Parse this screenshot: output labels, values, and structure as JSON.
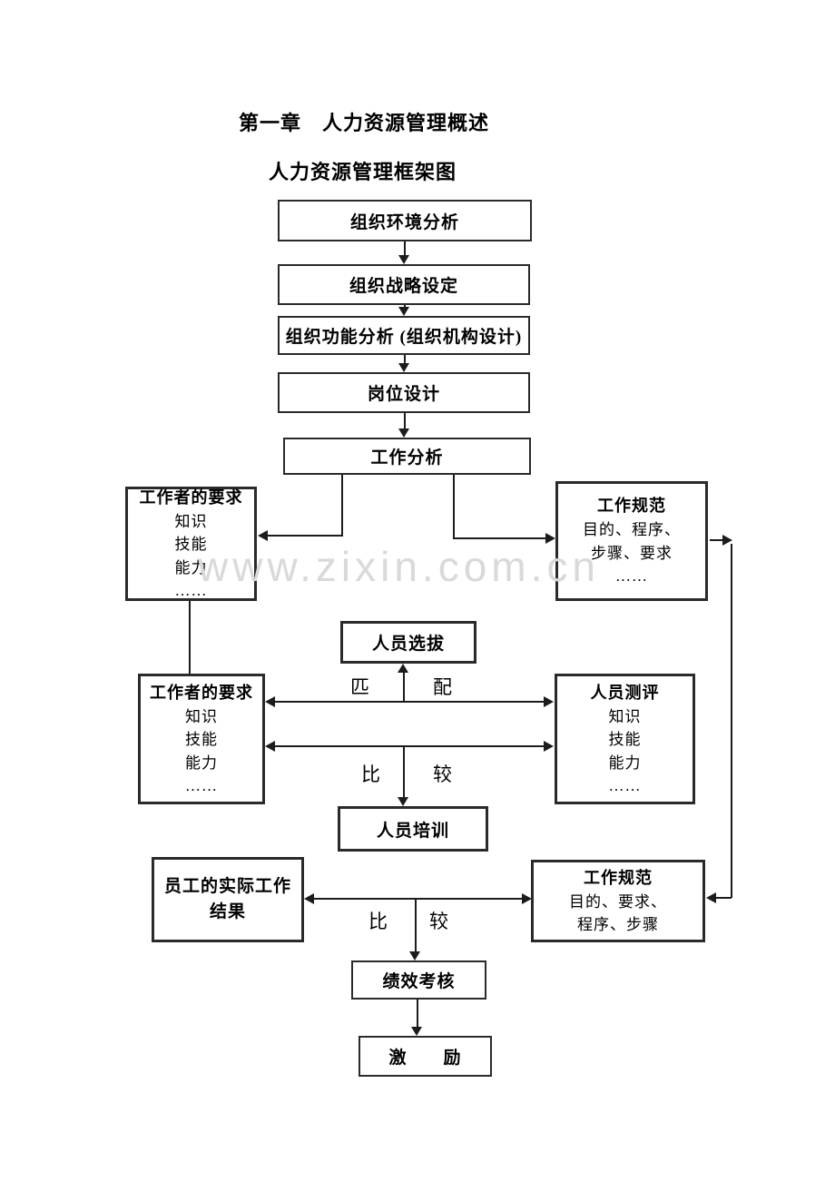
{
  "page": {
    "title": "第一章　人力资源管理概述",
    "subtitle": "人力资源管理框架图",
    "watermark": "www.zixin.com.cn"
  },
  "flowchart": {
    "boxes": {
      "env_analysis": "组织环境分析",
      "strategy": "组织战略设定",
      "function_analysis": "组织功能分析 (组织机构设计)",
      "position_design": "岗位设计",
      "job_analysis": "工作分析",
      "worker_req_1": {
        "title": "工作者的要求",
        "lines": [
          "知识",
          "技能",
          "能力",
          "……"
        ]
      },
      "work_spec_1": {
        "title": "工作规范",
        "lines": [
          "目的、程序、",
          "步骤、要求",
          "……"
        ]
      },
      "selection": "人员选拔",
      "worker_req_2": {
        "title": "工作者的要求",
        "lines": [
          "知识",
          "技能",
          "能力",
          "……"
        ]
      },
      "assessment": {
        "title": "人员测评",
        "lines": [
          "知识",
          "技能",
          "能力",
          "……"
        ]
      },
      "training": "人员培训",
      "actual_results": {
        "lines": [
          "员工的实际工作",
          "结果"
        ]
      },
      "work_spec_2": {
        "title": "工作规范",
        "lines": [
          "目的、要求、",
          "程序、步骤"
        ]
      },
      "performance": "绩效考核",
      "motivation": "激　　励"
    },
    "labels": {
      "match_left": "匹",
      "match_right": "配",
      "compare1_left": "比",
      "compare1_right": "较",
      "compare2_left": "比",
      "compare2_right": "较"
    },
    "colors": {
      "line": "#1c1c1c",
      "watermark": "#d9d9d9"
    }
  }
}
